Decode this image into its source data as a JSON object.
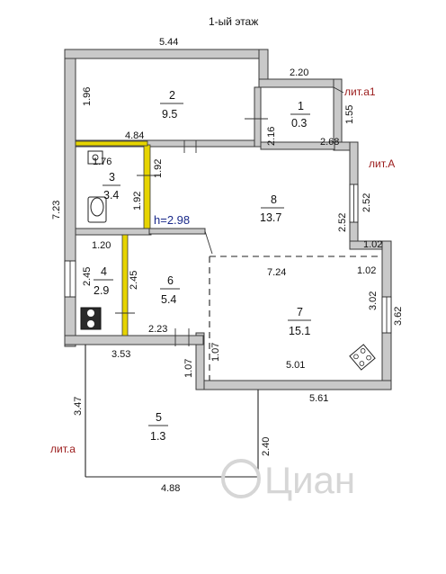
{
  "floor_title": "1-ый этаж",
  "letters": {
    "lit_a1": "лит.а1",
    "lit_A": "лит.А",
    "lit_a": "лит.а"
  },
  "height_note": "h=2.98",
  "watermark": "Циан",
  "rooms": [
    {
      "number": "1",
      "area": "0.3"
    },
    {
      "number": "2",
      "area": "9.5"
    },
    {
      "number": "3",
      "area": "3.4"
    },
    {
      "number": "4",
      "area": "2.9"
    },
    {
      "number": "5",
      "area": "1.3"
    },
    {
      "number": "6",
      "area": "5.4"
    },
    {
      "number": "7",
      "area": "15.1"
    },
    {
      "number": "8",
      "area": "13.7"
    }
  ],
  "dimensions": [
    "5.44",
    "2.20",
    "1.96",
    "1.55",
    "2.16",
    "4.84",
    "2.68",
    "1.76",
    "1.92",
    "1.92",
    "7.23",
    "2.52",
    "2.52",
    "1.02",
    "1.20",
    "2.45",
    "2.45",
    "7.24",
    "1.02",
    "3.02",
    "3.62",
    "2.23",
    "3.53",
    "1.07",
    "1.07",
    "5.01",
    "5.61",
    "3.47",
    "2.40",
    "4.88"
  ],
  "colors": {
    "wall": "#c9c9c9",
    "partition_highlight": "#e6d400",
    "label_red": "#9b1b1b",
    "label_blue": "#1a2a8a"
  },
  "icons": [
    "toilet-icon",
    "sink-icon",
    "stove-icon",
    "stove-icon"
  ]
}
